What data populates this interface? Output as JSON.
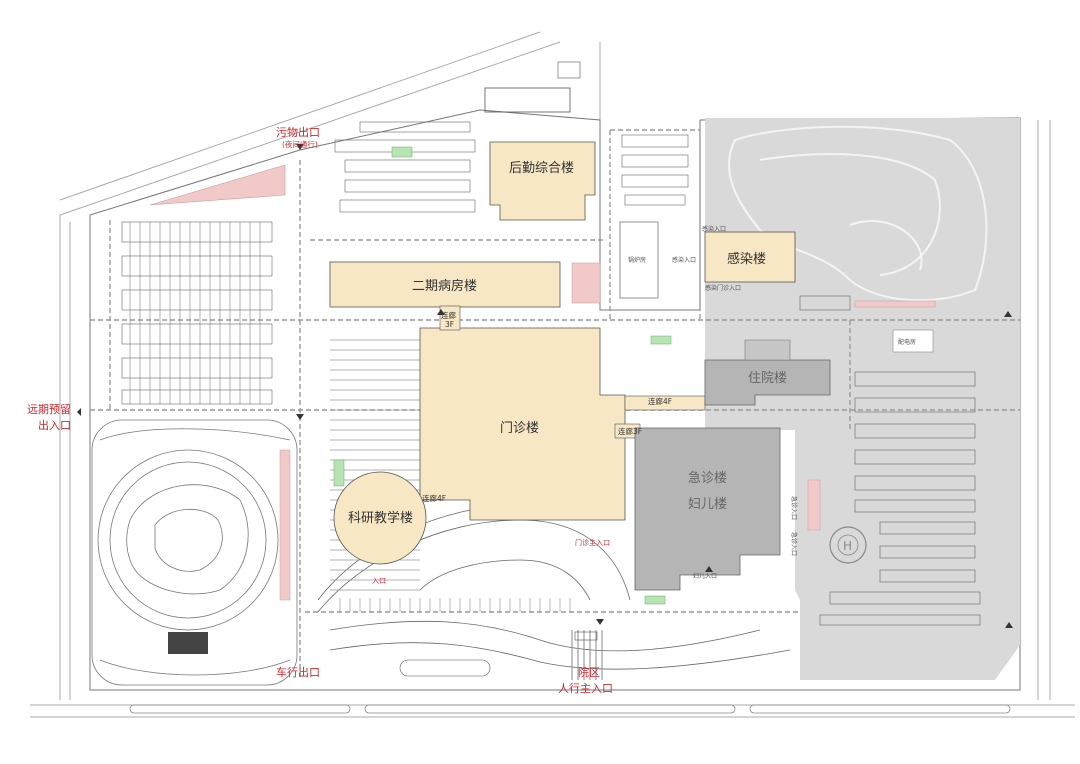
{
  "buildings": {
    "houqin": "后勤综合楼",
    "erqi": "二期病房楼",
    "ganran": "感染楼",
    "zhuyuan": "住院楼",
    "menzhen": "门诊楼",
    "jizhen": "急诊楼",
    "fuer": "妇儿楼",
    "keyan": "科研教学楼",
    "guolu": "锅炉房"
  },
  "corridors": {
    "lianlang": "连廊",
    "lianlang_floor": "3F",
    "lianlang4f_a": "连廊4F",
    "lianlang3f": "连廊3F",
    "lianlang4f_b": "连廊4F"
  },
  "gates": {
    "wuwu": "污物出口",
    "wuwu_note": "(夜间通行)",
    "yuanqi_line1": "远期预留",
    "yuanqi_line2": "出入口",
    "chexing": "车行出口",
    "yuanqu_line1": "院区",
    "yuanqu_line2": "人行主入口"
  },
  "entrances": {
    "menzhen_main": "门诊主入口",
    "fuer_entry": "妇儿入口",
    "jizhen_entry_1": "急诊入口",
    "jizhen_entry_2": "急诊入口",
    "keyan_entry": "入口",
    "ganran_entry": "感染入口",
    "ganran_entry_2": "感染门诊入口",
    "ganran_side": "感染入口"
  },
  "icons": {
    "helipad": "H",
    "transformer": "配电房"
  },
  "colors": {
    "building_fill": "#f7e7c4",
    "gray_zone": "#d9d9d9",
    "gray_building": "#b5b5b5",
    "accent_red": "#d0262a",
    "parking_red": "#f2c9c9",
    "green": "#b8e3b3"
  }
}
